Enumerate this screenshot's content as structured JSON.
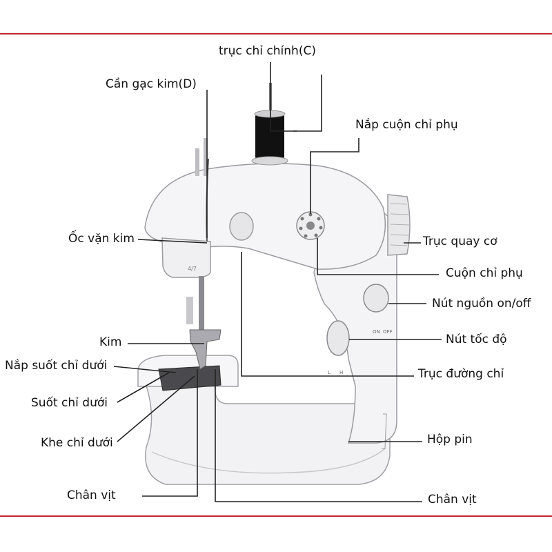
{
  "colors": {
    "frame_line": "#c0262c",
    "leader_line": "#222222",
    "machine_body": "#f4f4f6",
    "machine_outline": "#9a9aa0",
    "spool": "#111111"
  },
  "labels": {
    "main_spool_pin": "trục chỉ chính(C)",
    "thread_take_up_lever": "Cần gạc kim(D)",
    "bobbin_winder_cap": "Nắp cuộn chỉ phụ",
    "needle_screw": "Ốc vặn kim",
    "handwheel": "Trục quay cơ",
    "bobbin_winder": "Cuộn chỉ phụ",
    "power_switch": "Nút nguồn on/off",
    "needle": "Kim",
    "speed_switch": "Nút tốc độ",
    "bobbin_cover": "Nắp suốt chỉ dưới",
    "thread_guide_shaft": "Trục đường chỉ",
    "bobbin": "Suốt chỉ dưới",
    "lower_thread_slot": "Khe chỉ dưới",
    "battery_box": "Hộp pin",
    "presser_foot_left": "Chân vịt",
    "presser_foot_right": "Chân vịt"
  },
  "machine_marks": {
    "power_on": "ON",
    "power_off": "OFF",
    "speed_low": "L",
    "speed_high": "H"
  }
}
